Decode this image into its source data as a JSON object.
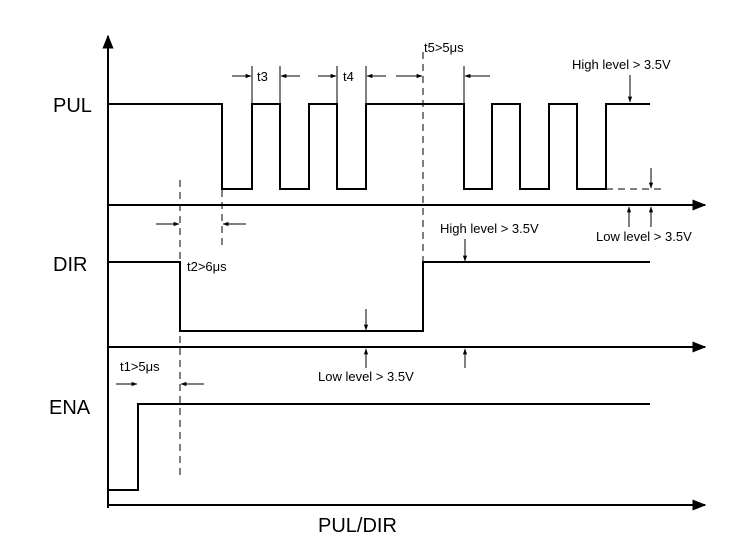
{
  "signals": {
    "pul": "PUL",
    "dir": "DIR",
    "ena": "ENA"
  },
  "x_axis_label": "PUL/DIR",
  "annotations": {
    "t3": "t3",
    "t4": "t4",
    "t5": "t5>5μs",
    "t2": "t2>6μs",
    "t1": "t1>5μs",
    "pul_high": "High level > 3.5V",
    "pul_low": "Low level > 3.5V",
    "dir_high": "High level > 3.5V",
    "dir_low": "Low level > 3.5V"
  }
}
